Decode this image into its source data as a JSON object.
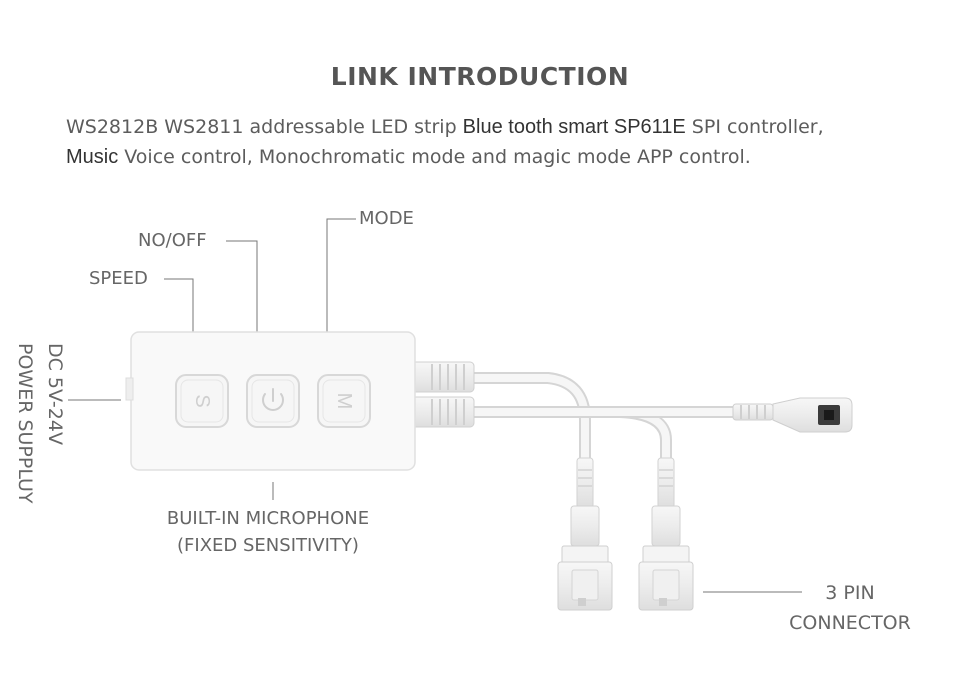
{
  "title": "LINK INTRODUCTION",
  "intro": {
    "line1": [
      {
        "text": "WS2812B WS2811 addressable LED strip ",
        "hl": false
      },
      {
        "text": "Blue tooth smart SP611E",
        "hl": true
      },
      {
        "text": " SPI controller,",
        "hl": false
      }
    ],
    "line2": [
      {
        "text": "Music",
        "hl": true
      },
      {
        "text": " Voice control, Monochromatic mode and magic mode APP control.",
        "hl": false
      }
    ]
  },
  "labels": {
    "mode": "MODE",
    "onoff": "NO/OFF",
    "speed": "SPEED",
    "microphone_line1": "BUILT-IN MICROPHONE",
    "microphone_line2": "(FIXED SENSITIVITY)",
    "power_line1": "DC 5V-24V",
    "power_line2": "POWER SUPPLUY",
    "connector_line1": "3 PIN",
    "connector_line2": "CONNECTOR"
  },
  "buttons": {
    "speed": "S",
    "mode": "M"
  }
}
